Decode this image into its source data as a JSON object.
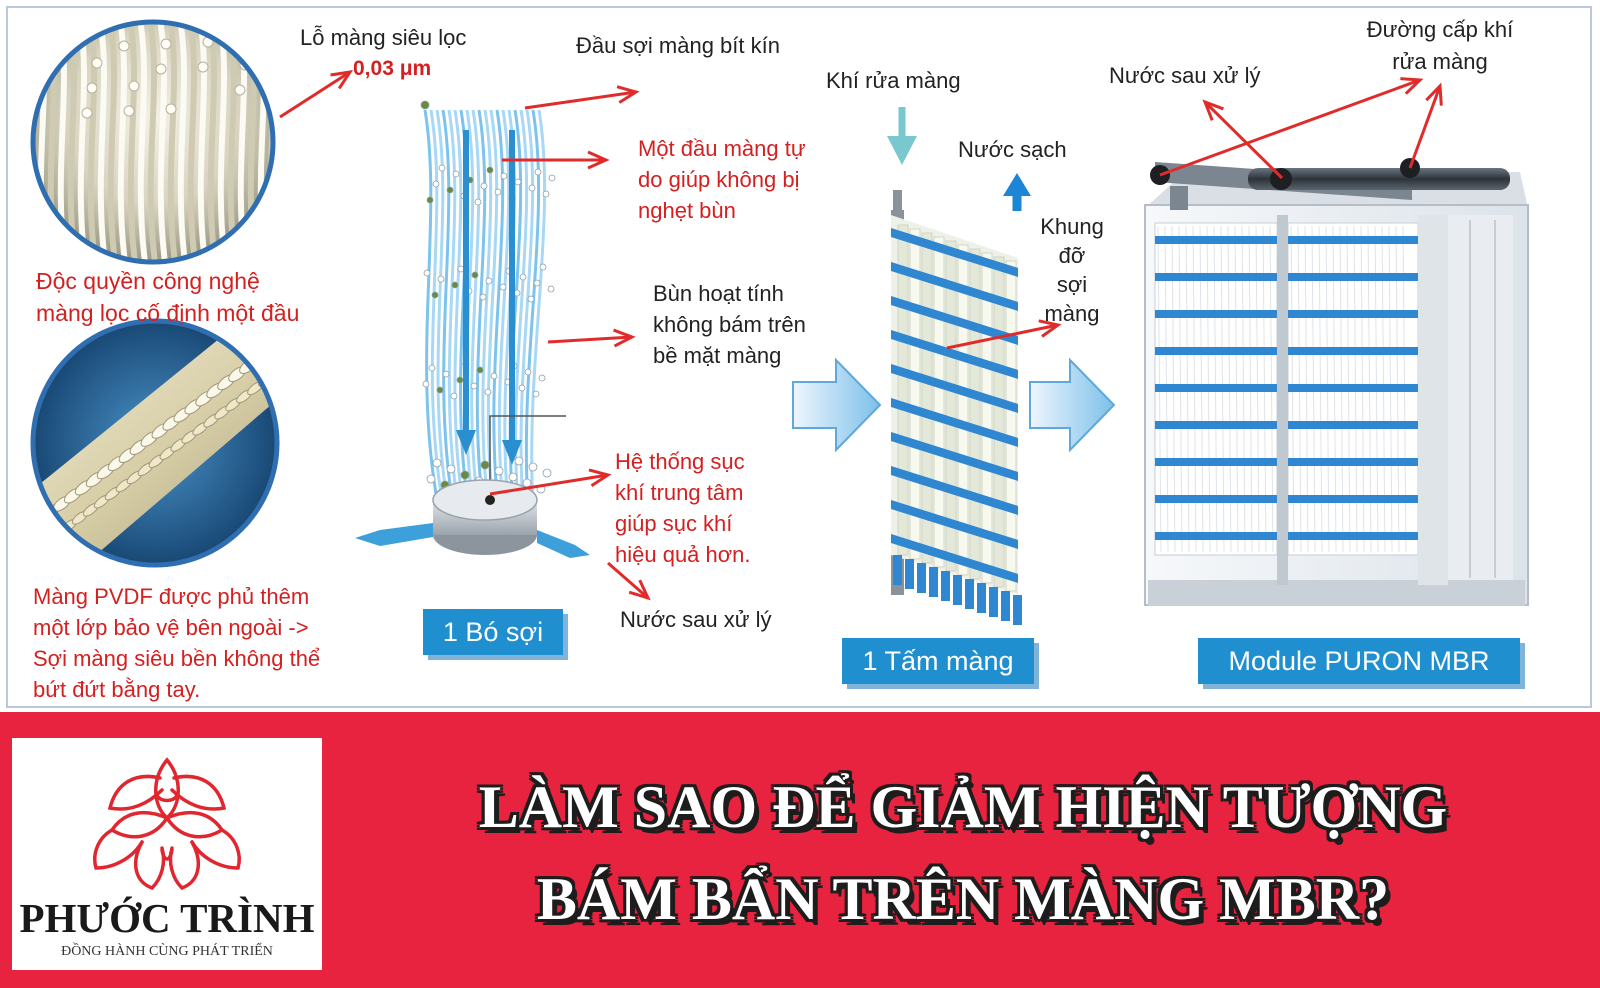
{
  "colors": {
    "banner": "#e8233f",
    "label_red": "#d42020",
    "caption_blue": "#1f8fd0",
    "arrow_red": "#e12b2b",
    "fiber_blue": "#3da0db",
    "headline_text": "#ffffff"
  },
  "diagram": {
    "pore_title": "Lỗ màng siêu lọc",
    "pore_size": "0,03 μm",
    "fiber_end_sealed": "Đầu sợi màng bít kín",
    "free_end": [
      "Một đầu màng tự",
      "do giúp không bị",
      "nghẹt bùn"
    ],
    "sludge": [
      "Bùn hoạt tính",
      "không bám trên",
      "bề mặt màng"
    ],
    "aeration": [
      "Hệ thống sục",
      "khí trung tâm",
      "giúp sục khí",
      "hiệu quả hơn."
    ],
    "water_out_bundle": "Nước sau xử lý",
    "exclusive_tech": [
      "Độc quyền công nghệ",
      "màng lọc cố định một đầu"
    ],
    "pvdf_note": [
      "Màng PVDF được phủ thêm",
      "một lớp bảo vệ bên ngoài ->",
      "Sợi màng siêu bền không thể",
      "bứt đứt bằng tay."
    ],
    "air_wash": "Khí rửa màng",
    "clean_water": "Nước sạch",
    "support_frame": [
      "Khung",
      "đỡ",
      "sợi",
      "màng"
    ],
    "water_out_module": "Nước sau xử lý",
    "air_supply": [
      "Đường cấp khí",
      "rửa màng"
    ],
    "caption_bundle": "1 Bó sợi",
    "caption_panel": "1 Tấm màng",
    "caption_module": "Module PURON MBR"
  },
  "icons": {
    "fiber_closeup": "fiber-closeup-photo-icon",
    "pvdf_closeup": "pvdf-strand-photo-icon",
    "bundle": "fiber-bundle-icon",
    "panel": "membrane-panel-icon",
    "module": "mbr-module-icon",
    "flow_arrow": "flow-arrow-icon",
    "logo": "lotus-logo-icon"
  },
  "banner": {
    "brand": "PHƯỚC TRÌNH",
    "tagline": "ĐỒNG HÀNH CÙNG PHÁT TRIỂN",
    "headline_1": "LÀM SAO ĐỂ GIẢM HIỆN TƯỢNG",
    "headline_2": "BÁM BẨN TRÊN MÀNG MBR?"
  }
}
